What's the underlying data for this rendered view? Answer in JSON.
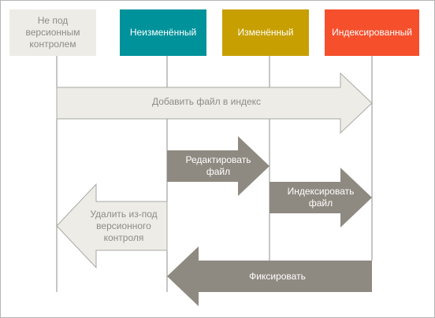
{
  "states": {
    "untracked": "Не под версионным контролем",
    "unmodified": "Неизменённый",
    "modified": "Изменённый",
    "staged": "Индексированный"
  },
  "actions": {
    "add_file": "Добавить файл в индекс",
    "edit_file": "Редактировать файл",
    "stage_file": "Индексировать файл",
    "remove_file": "Удалить из-под версионного контроля",
    "commit": "Фиксировать"
  },
  "colors": {
    "untracked": "#edece6",
    "unmodified": "#00929b",
    "modified": "#c79f00",
    "staged": "#f54f2b",
    "action_dark": "#8f8a81",
    "action_light": "#edece6",
    "lifeline": "#8e8e8e"
  }
}
